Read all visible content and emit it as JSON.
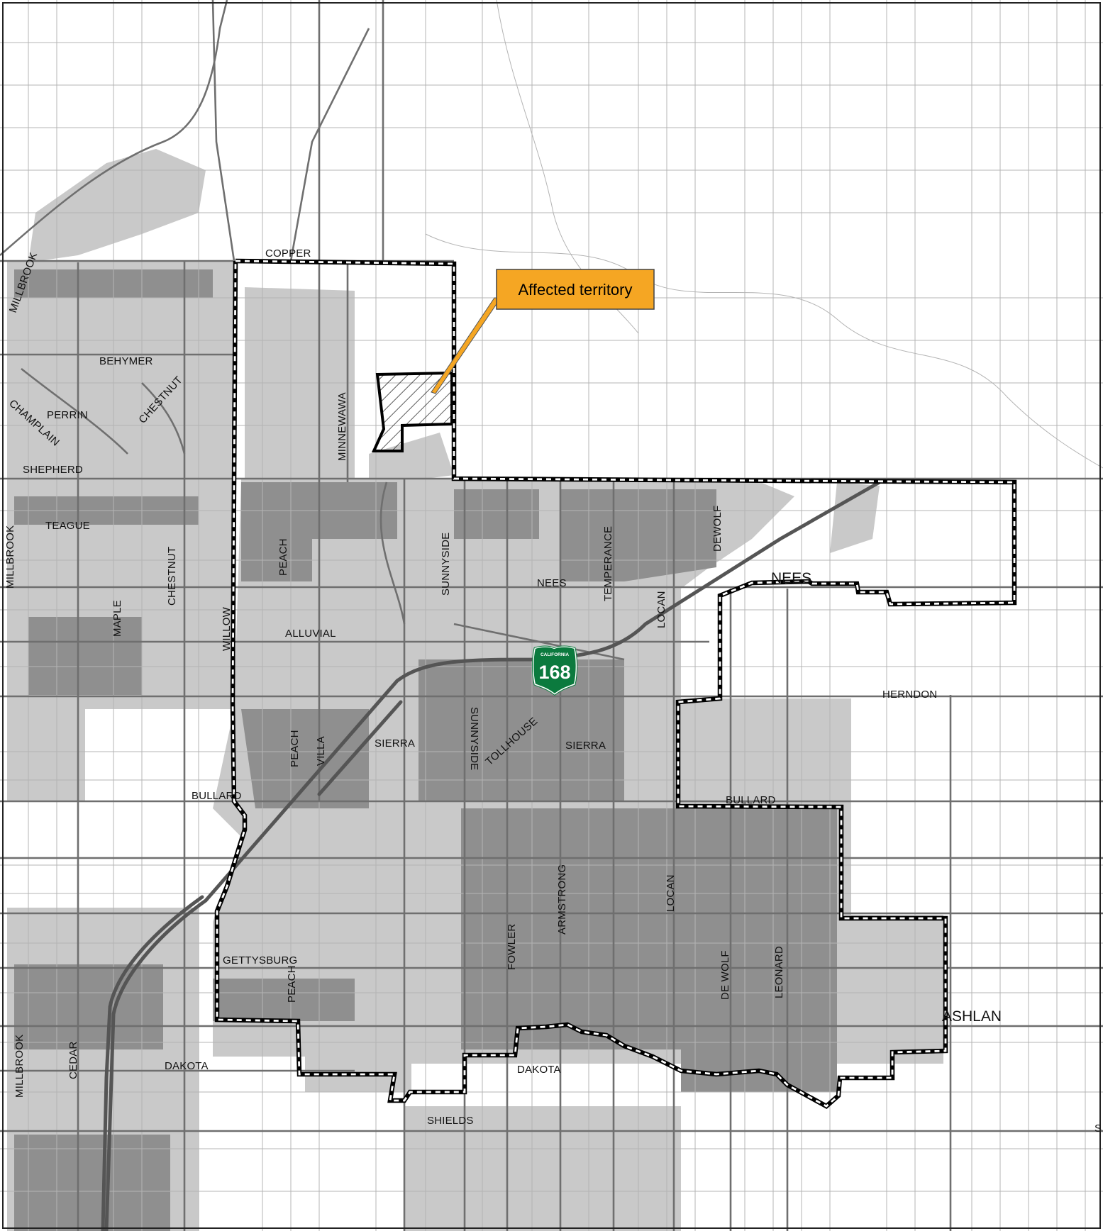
{
  "map": {
    "callout": "Affected territory",
    "highway_shield": {
      "state": "CALIFORNIA",
      "number": "168"
    },
    "colors": {
      "background": "#ffffff",
      "developed_light": "#c9c9c9",
      "developed_dark": "#8f8f8f",
      "road": "#6f6f6f",
      "minor_road": "#b4b4b4",
      "boundary": "#000000",
      "callout_fill": "#f5a623",
      "shield_green": "#0b7a3e"
    },
    "street_labels": {
      "copper": "COPPER",
      "millbrook_nw": "MILLBROOK",
      "behymer": "BEHYMER",
      "chestnut_n": "CHESTNUT",
      "champlain": "CHAMPLAIN",
      "perrin": "PERRIN",
      "shepherd": "SHEPHERD",
      "minnewawa": "MINNEWAWA",
      "millbrook_w": "MILLBROOK",
      "teague": "TEAGUE",
      "chestnut_s": "CHESTNUT",
      "maple": "MAPLE",
      "willow": "WILLOW",
      "peach_n": "PEACH",
      "alluvial": "ALLUVIAL",
      "sunnyside_n": "SUNNYSIDE",
      "nees": "NEES",
      "nees_east": "NEES",
      "temperance": "TEMPERANCE",
      "dewolf_n": "DEWOLF",
      "locan_n": "LOCAN",
      "herndon": "HERNDON",
      "peach_mid": "PEACH",
      "villa": "VILLA",
      "sierra_w": "SIERRA",
      "sunnyside_s": "SUNNYSIDE",
      "tollhouse": "TOLLHOUSE",
      "sierra_e": "SIERRA",
      "bullard_w": "BULLARD",
      "bullard_e": "BULLARD",
      "armstrong": "ARMSTRONG",
      "locan_s": "LOCAN",
      "fowler": "FOWLER",
      "gettysburg": "GETTYSBURG",
      "peach_s": "PEACH",
      "de_wolf": "DE WOLF",
      "leonard": "LEONARD",
      "ashlan": "ASHLAN",
      "millbrook_sw": "MILLBROOK",
      "cedar": "CEDAR",
      "dakota_w": "DAKOTA",
      "dakota_e": "DAKOTA",
      "shields": "SHIELDS",
      "edge_s": "S"
    }
  }
}
